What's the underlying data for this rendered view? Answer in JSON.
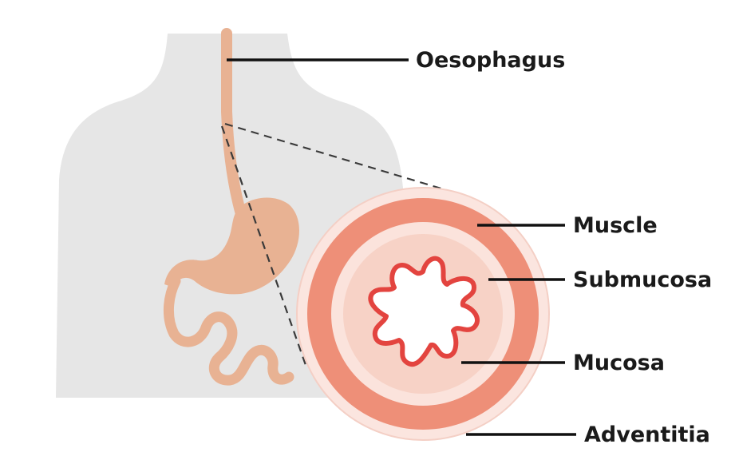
{
  "labels": {
    "oesophagus": "Oesophagus",
    "muscle": "Muscle",
    "submucosa": "Submucosa",
    "mucosa": "Mucosa",
    "adventitia": "Adventitia"
  },
  "colors": {
    "body_silhouette": "#e6e6e6",
    "digestive_tract": "#e8b293",
    "adventitia": "#fbe5df",
    "muscle": "#ee8f78",
    "submucosa": "#fbe3dc",
    "mucosa_fill": "#f7d2c6",
    "mucosa_lining": "#e3443f",
    "lumen": "#ffffff",
    "text": "#1a1a1a"
  }
}
